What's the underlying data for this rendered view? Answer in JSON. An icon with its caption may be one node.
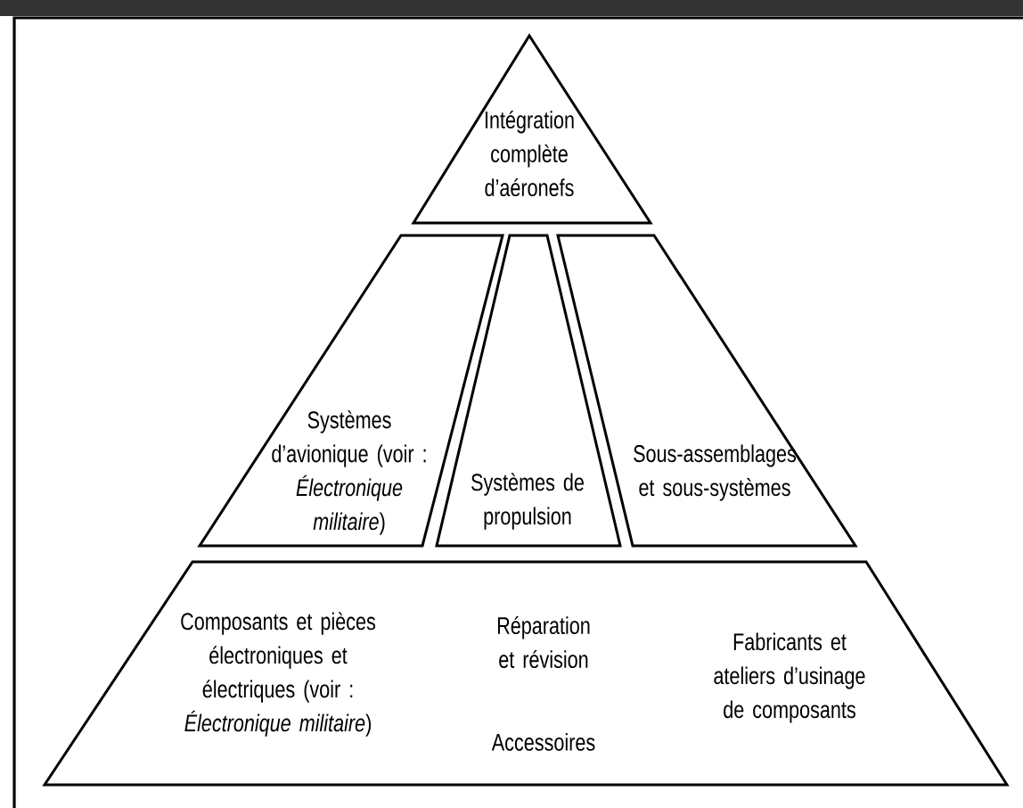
{
  "diagram": {
    "nodes": [
      {
        "text": [
          "Intégration complète d’aéronefs"
        ]
      },
      {
        "text": [
          "Systèmes d’avionique (voir : *Électronique militaire*)"
        ]
      },
      {
        "text": [
          "Systèmes de propulsion"
        ]
      },
      {
        "text": [
          "Sous-assemblages et sous-systèmes"
        ]
      },
      {
        "text": [
          "Composants et pièces électroniques et électriques (voir : *Électronique militaire*)",
          "Réparation et révision",
          "Accessoires",
          "Fabricants et ateliers d’usinage de composants"
        ]
      }
    ]
  }
}
